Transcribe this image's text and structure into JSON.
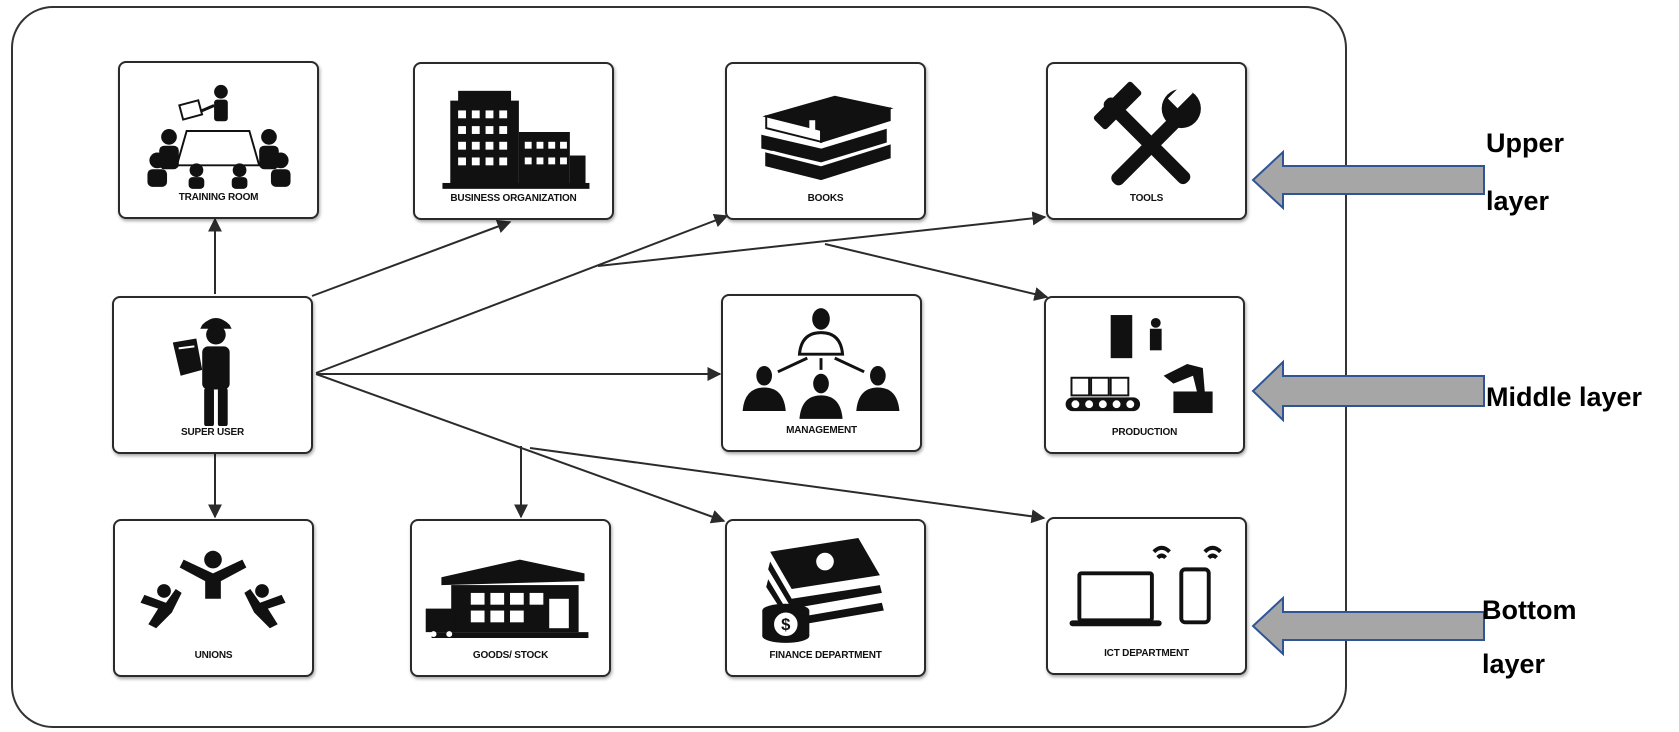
{
  "nodes": {
    "training_room": "TRAINING ROOM",
    "business_organization": "BUSINESS ORGANIZATION",
    "books": "BOOKS",
    "tools": "TOOLS",
    "super_user": "SUPER USER",
    "management": "MANAGEMENT",
    "production": "PRODUCTION",
    "unions": "UNIONS",
    "goods_stock": "GOODS/ STOCK",
    "finance_department": "FINANCE DEPARTMENT",
    "ict_department": "ICT DEPARTMENT"
  },
  "layers": {
    "upper": [
      "Upper",
      "layer"
    ],
    "middle": [
      "Middle layer"
    ],
    "bottom": [
      "Bottom",
      "layer"
    ]
  },
  "icons": {
    "training_room": "meeting-icon",
    "business_organization": "office-building-icon",
    "books": "books-stack-icon",
    "tools": "hammer-wrench-icon",
    "super_user": "worker-with-clipboard-icon",
    "management": "org-hierarchy-icon",
    "production": "factory-conveyor-icon",
    "unions": "people-group-icon",
    "goods_stock": "warehouse-icon",
    "finance_department": "money-stack-icon",
    "ict_department": "laptop-phone-icon"
  },
  "colors": {
    "line": "#2b2b2b",
    "layer_arrow_fill": "#a6a6a6",
    "layer_arrow_stroke": "#2f5597"
  }
}
